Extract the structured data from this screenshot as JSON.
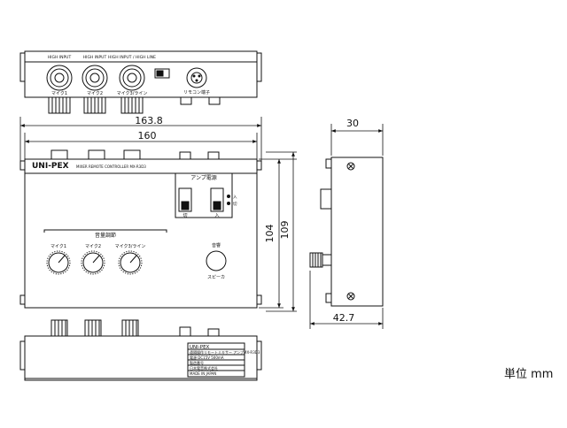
{
  "dimensions": {
    "total_width": "163.8",
    "body_width": "160",
    "depth": "30",
    "depth_overall": "42.7",
    "body_height": "104",
    "overall_height": "109"
  },
  "unit_label": "単位 mm",
  "rear_panel": {
    "jack_top_labels": [
      "HIGH INPUT",
      "HIGH INPUT",
      "HIGH INPUT / HIGH LINE"
    ],
    "jack_bottom_labels": [
      "マイク1",
      "マイク2",
      "マイク3/ライン"
    ],
    "power_connector_label": "リモコン端子"
  },
  "front_panel": {
    "brand": "UNI-PEX",
    "model_text": "MIXER REMOTE CONTROLLER MX-R3D3",
    "amp_power_label": "アンプ電源",
    "switch_labels": [
      "切",
      "入"
    ],
    "indicator_labels": [
      "入",
      "切"
    ],
    "volume_section_label": "音量調節",
    "knob_labels": [
      "マイク1",
      "マイク2",
      "マイク3/ライン"
    ],
    "speaker_section_label": "音響",
    "speaker_button_label": "スピーカ"
  },
  "bottom_label": {
    "lines": [
      "UNI-PEX",
      "遠隔操作リモートミキサー アンプMX-R3D3",
      "電源 DC15V 500mA",
      "製造番号",
      "日本電音株式会社",
      "MADE IN JAPAN"
    ]
  }
}
